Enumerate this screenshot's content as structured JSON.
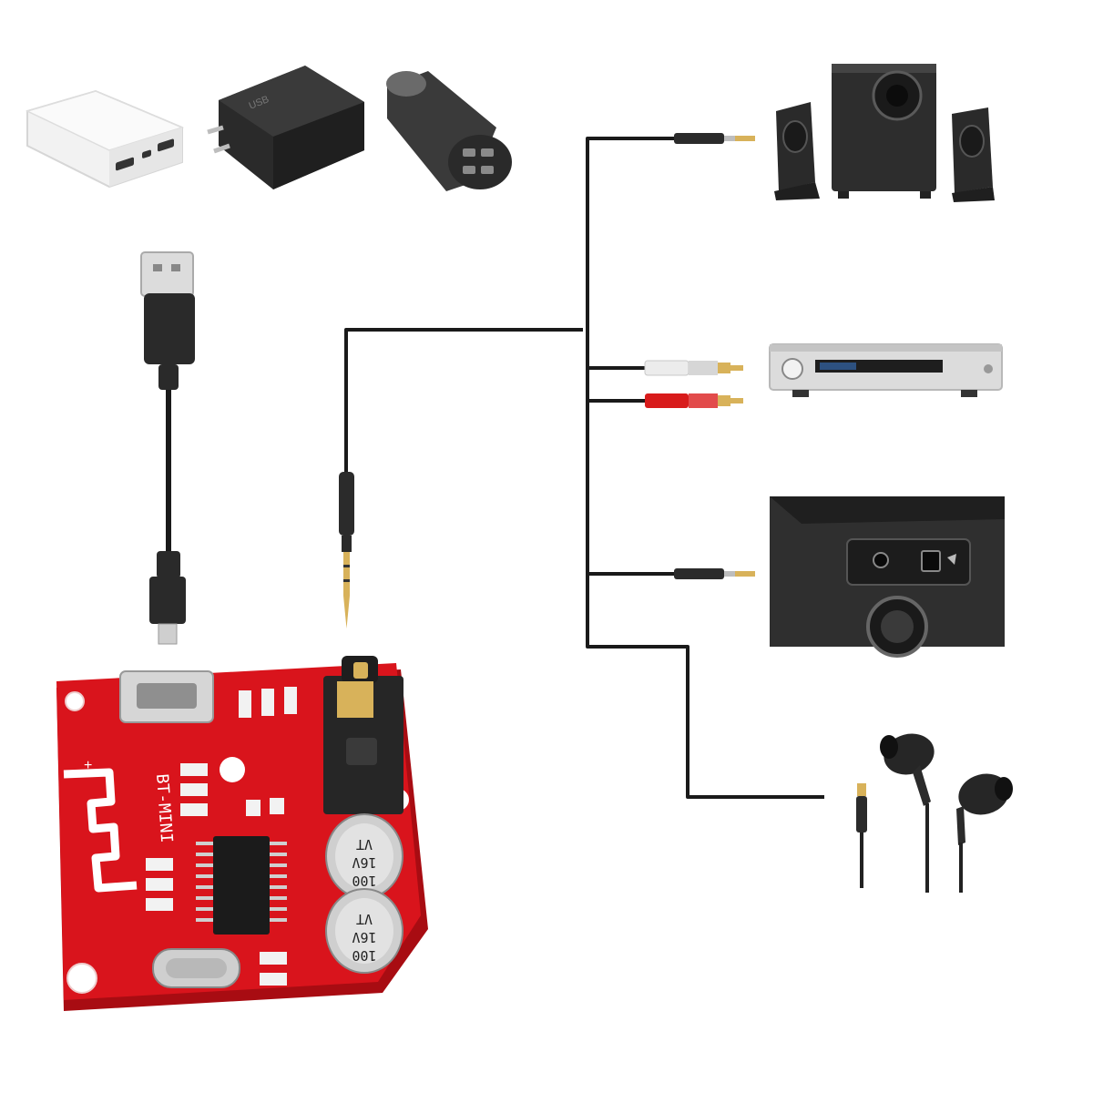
{
  "colors": {
    "background": "#ffffff",
    "cable": "#1a1a1a",
    "pcb_red": "#d9141c",
    "pcb_dark_red": "#a80c12",
    "metal": "#c9c9c9",
    "gold": "#d8b25a",
    "rca_white": "#eeeeee",
    "rca_red": "#d81b1b",
    "device_black": "#2b2b2b",
    "power_bank_white": "#f4f4f4"
  },
  "labels": {
    "board_name": "BT-MINI",
    "board_plus": "+",
    "cap_top_value": "100",
    "cap_top_voltage": "16V",
    "cap_top_series": "VT",
    "cap_bottom_value": "100",
    "cap_bottom_voltage": "16V",
    "cap_bottom_series": "VT"
  },
  "items": {
    "power_sources": [
      "power-bank",
      "usb-wall-charger",
      "usb-car-charger"
    ],
    "power_cable": "usb-a-to-micro-usb-cable",
    "audio_cable": "3.5mm-aux-splitter-cable",
    "outputs": [
      "computer-speaker-set",
      "hifi-amplifier",
      "car-dashboard-aux-port",
      "in-ear-earphones"
    ]
  }
}
